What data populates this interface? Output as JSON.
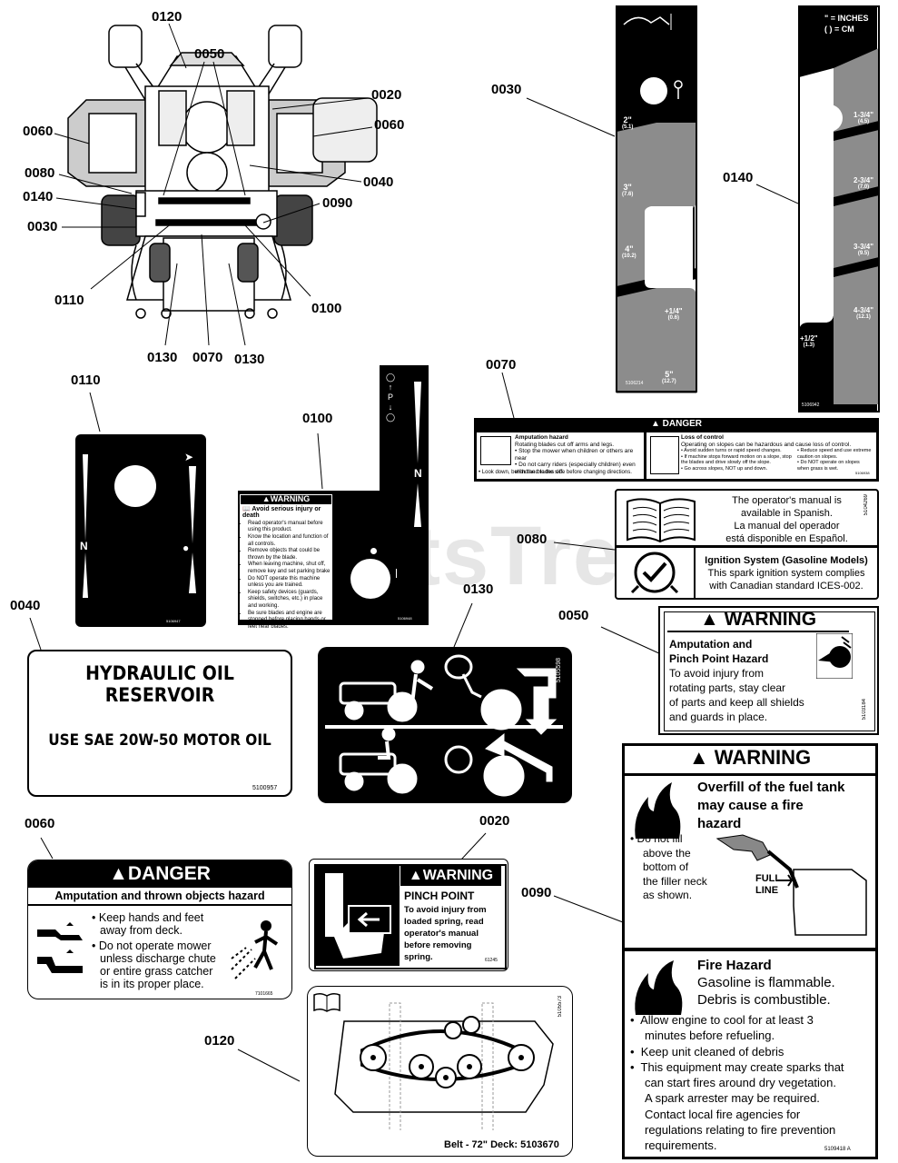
{
  "watermark": "PartsTree",
  "callouts": {
    "c0120_top": "0120",
    "c0050": "0050",
    "c0020": "0020",
    "c0060_left": "0060",
    "c0060_right": "0060",
    "c0080": "0080",
    "c0040_top": "0040",
    "c0140_left": "0140",
    "c0090_top": "0090",
    "c0030_left": "0030",
    "c0110_left": "0110",
    "c0100_right": "0100",
    "c0130_a": "0130",
    "c0070_bottom": "0070",
    "c0130_b": "0130",
    "c0030_decal": "0030",
    "c0140_decal": "0140",
    "c0110_decal": "0110",
    "c0100_decal": "0100",
    "c0070_decal": "0070",
    "c0080_decal": "0080",
    "c0130_decal": "0130",
    "c0050_decal": "0050",
    "c0040_decal": "0040",
    "c0060_decal": "0060",
    "c0020_decal": "0020",
    "c0090_decal": "0090",
    "c0120_decal": "0120"
  },
  "decal_0030": {
    "marks": [
      {
        "in": "2\"",
        "cm": "(5.1)"
      },
      {
        "in": "3\"",
        "cm": "(7.6)"
      },
      {
        "in": "4\"",
        "cm": "(10.2)"
      },
      {
        "in": "+1/4\"",
        "cm": "(0.6)"
      },
      {
        "in": "5\"",
        "cm": "(12.7)"
      }
    ],
    "part_no": "5106214"
  },
  "decal_0140": {
    "legend_in": "\" = INCHES",
    "legend_cm": "( ) = CM",
    "marks": [
      {
        "in": "1-3/4\"",
        "cm": "(4.5)"
      },
      {
        "in": "2-3/4\"",
        "cm": "(7.0)"
      },
      {
        "in": "3-3/4\"",
        "cm": "(9.5)"
      },
      {
        "in": "4-3/4\"",
        "cm": "(12.1)"
      },
      {
        "in": "+1/2\"",
        "cm": "(1.3)"
      }
    ],
    "part_no": "5106942"
  },
  "decal_0110": {
    "n": "N",
    "part_no": "5106947"
  },
  "decal_0100": {
    "title": "WARNING",
    "heading": "Avoid serious injury or death",
    "bullets": [
      "Read operator's manual before using this product.",
      "Know the location and function of all controls.",
      "Remove objects that could be thrown by the blade.",
      "When leaving machine, shut off, remove key and set parking brake",
      "Do NOT operate this machine unless you are trained.",
      "Keep safety devices (guards, shields, switches, etc.) in place and working.",
      "Be sure blades and engine are stopped before placing hands or feet near blades."
    ],
    "n": "N",
    "p": "P",
    "part_no": "5106948"
  },
  "decal_0070": {
    "title": "DANGER",
    "left_heading": "Amputation hazard",
    "left_text": "Rotating blades cut off arms and legs.",
    "left_bullets": [
      "Stop the mower when children or others are near",
      "Do not carry riders (especially children) even with the blades off.",
      "Look down, behind and to the side before changing directions."
    ],
    "right_heading": "Loss of control",
    "right_text": "Operating on slopes can be hazardous and cause loss of control.",
    "right_bullets_a": [
      "Avoid sudden turns or rapid speed changes.",
      "If machine stops forward motion on a slope, stop the blades and drive slowly off the slope.",
      "Go across slopes, NOT up and down."
    ],
    "right_bullets_b": [
      "Reduce speed and use extreme caution on slopes.",
      "Do NOT operate on slopes when grass is wet."
    ],
    "part_no": "5106938"
  },
  "decal_0080": {
    "manual_text": [
      "The operator's manual is",
      "available in Spanish.",
      "La manual del operador",
      "está disponible en Español."
    ],
    "part_no": "5104269",
    "ign_heading": "Ignition System (Gasoline Models)",
    "ign_text": [
      "This spark ignition system complies",
      "with Canadian standard ICES-002."
    ]
  },
  "decal_0050": {
    "title": "WARNING",
    "heading": [
      "Amputation and",
      "Pinch Point Hazard"
    ],
    "text": [
      "To avoid injury from",
      "rotating parts, stay clear",
      "of parts and keep all shields",
      "and guards in place."
    ],
    "part_no": "5103184"
  },
  "decal_0040": {
    "title": "HYDRAULIC OIL RESERVOIR",
    "text": "USE SAE 20W-50 MOTOR OIL",
    "part_no": "5100957"
  },
  "decal_0130": {
    "part_no": "5105598"
  },
  "decal_0060": {
    "title": "DANGER",
    "subtitle": "Amputation and thrown objects hazard",
    "bullet1": [
      "Keep hands and feet",
      "away from deck."
    ],
    "bullet2": [
      "Do not operate mower",
      "unless discharge chute",
      "or entire grass catcher",
      "is in its proper place."
    ],
    "part_no": "7101665"
  },
  "decal_0020": {
    "title": "WARNING",
    "heading": "PINCH POINT",
    "text": [
      "To avoid injury from",
      "loaded spring, read",
      "operator's manual",
      "before removing",
      "spring."
    ],
    "part_no": "61245"
  },
  "decal_0090": {
    "title": "WARNING",
    "heading": [
      "Overfill of the fuel tank",
      "may cause a fire",
      "hazard"
    ],
    "bullet": [
      "Do not fill",
      "above the",
      "bottom of",
      "the filler neck",
      "as shown."
    ],
    "full_line": [
      "FULL",
      "LINE"
    ],
    "fire_heading": "Fire Hazard",
    "fire_lines": [
      "Gasoline is flammable.",
      "Debris is combustible."
    ],
    "fire_bullets": [
      [
        "Allow engine to cool for at least 3",
        "minutes before refueling."
      ],
      [
        "Keep unit cleaned of debris"
      ],
      [
        "This equipment may create sparks that",
        "can start fires around dry vegetation.",
        "A spark arrester may be required.",
        "Contact local fire agencies for",
        "regulations relating to fire prevention",
        "requirements."
      ]
    ],
    "part_no": "5109418 A"
  },
  "decal_0120": {
    "caption": "Belt - 72\" Deck: 5103670",
    "part_no": "5105573"
  }
}
